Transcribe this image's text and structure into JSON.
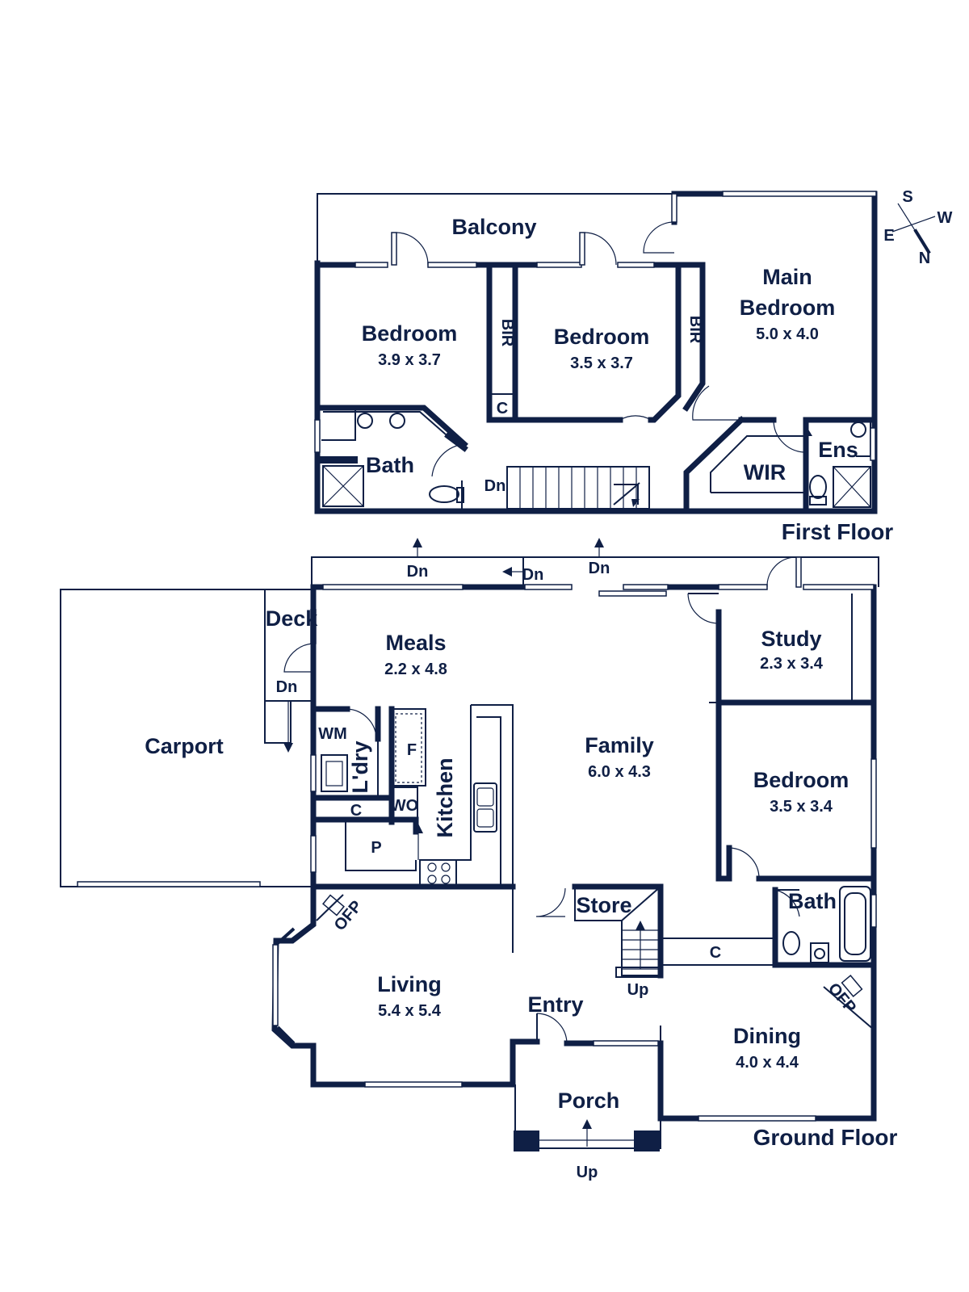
{
  "first_floor": {
    "label": "First Floor",
    "rooms": {
      "balcony": "Balcony",
      "bedroom_1": {
        "name": "Bedroom",
        "dim": "3.9 x 3.7"
      },
      "bedroom_2": {
        "name": "Bedroom",
        "dim": "3.5 x 3.7"
      },
      "main_bedroom": {
        "name_line1": "Main",
        "name_line2": "Bedroom",
        "dim": "5.0 x 4.0"
      },
      "bir_1": "BIR",
      "bir_2": "BIR",
      "cupboard": "C",
      "bath": "Bath",
      "wir": "WIR",
      "ens": "Ens",
      "stair_dn": "Dn"
    }
  },
  "ground_floor": {
    "label": "Ground Floor",
    "rooms": {
      "carport": "Carport",
      "deck": "Deck",
      "deck_dn": "Dn",
      "meals": {
        "name": "Meals",
        "dim": "2.2 x 4.8"
      },
      "family": {
        "name": "Family",
        "dim": "6.0 x 4.3"
      },
      "study": {
        "name": "Study",
        "dim": "2.3 x 3.4"
      },
      "bedroom": {
        "name": "Bedroom",
        "dim": "3.5 x 3.4"
      },
      "wm": "WM",
      "laundry": "L'dry",
      "fridge": "F",
      "wo": "WO",
      "kitchen": "Kitchen",
      "laundry_c": "C",
      "pantry": "P",
      "store": "Store",
      "bath": "Bath",
      "hall_c": "C",
      "living": {
        "name": "Living",
        "dim": "5.4 x 5.4"
      },
      "living_ofp": "OFP",
      "entry": "Entry",
      "stair_up": "Up",
      "dining": {
        "name": "Dining",
        "dim": "4.0 x 4.4"
      },
      "dining_ofp": "OFP",
      "porch": "Porch",
      "porch_up": "Up",
      "terrace_dn_1": "Dn",
      "terrace_dn_2": "Dn",
      "terrace_dn_3": "Dn"
    }
  },
  "compass": {
    "n": "N",
    "s": "S",
    "e": "E",
    "w": "W"
  }
}
